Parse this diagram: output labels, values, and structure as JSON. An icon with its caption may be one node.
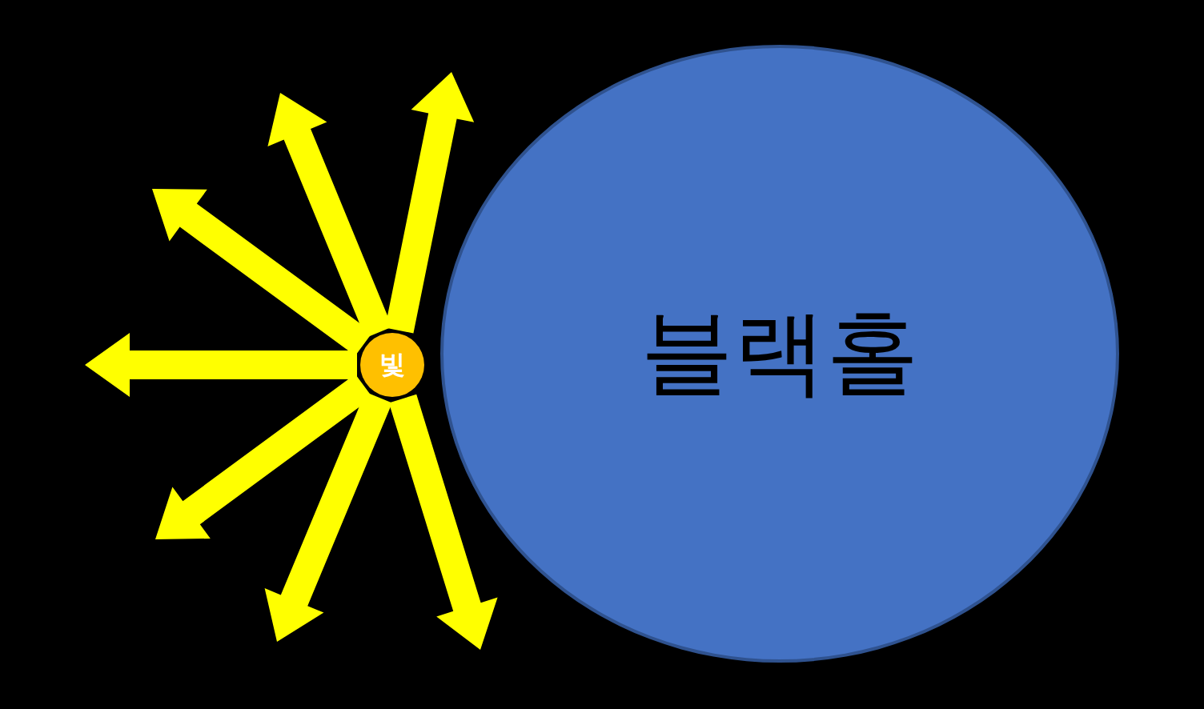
{
  "diagram": {
    "nodes": [
      {
        "text": [
          "블랙홀"
        ]
      },
      {
        "text": [
          "빛"
        ]
      }
    ],
    "edges": [
      {
        "from": 1,
        "to": null,
        "arrow": "to"
      },
      {
        "from": 1,
        "to": null,
        "arrow": "to"
      },
      {
        "from": 1,
        "to": null,
        "arrow": "to"
      },
      {
        "from": 1,
        "to": null,
        "arrow": "to"
      },
      {
        "from": 1,
        "to": null,
        "arrow": "to"
      },
      {
        "from": 1,
        "to": null,
        "arrow": "to"
      },
      {
        "from": 1,
        "to": null,
        "arrow": "to"
      }
    ]
  }
}
